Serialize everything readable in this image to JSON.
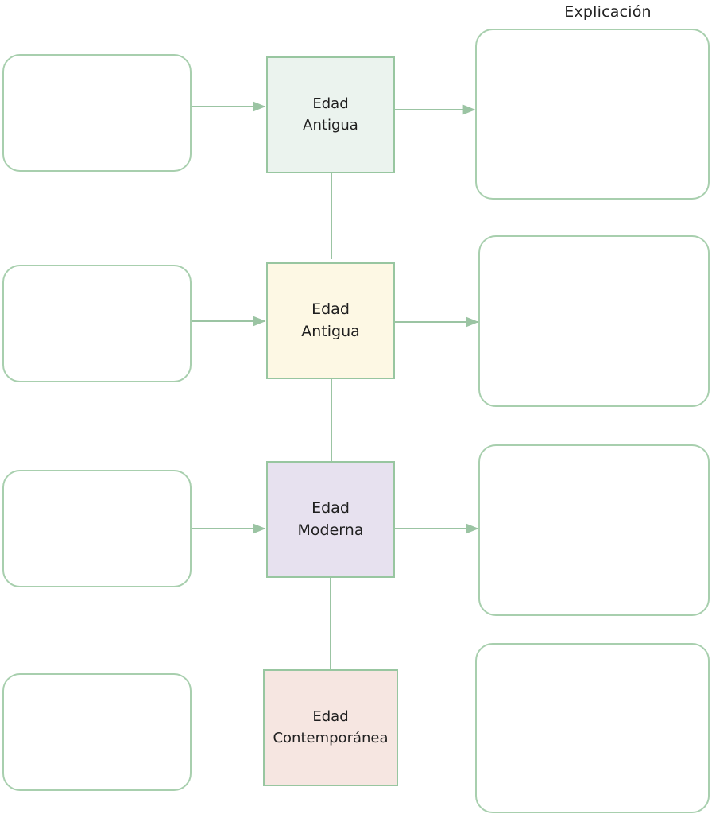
{
  "header": {
    "explanation_label": "Explicación"
  },
  "eras": [
    {
      "line1": "Edad",
      "line2": "Antigua",
      "fill": "#ebf3ee"
    },
    {
      "line1": "Edad",
      "line2": "Antigua",
      "fill": "#fdf8e4"
    },
    {
      "line1": "Edad",
      "line2": "Moderna",
      "fill": "#e7e1ef"
    },
    {
      "line1": "Edad",
      "line2": "Contemporánea",
      "fill": "#f6e6e1"
    }
  ],
  "colors": {
    "border": "#a8cfae",
    "connector": "#9bc4a3"
  }
}
